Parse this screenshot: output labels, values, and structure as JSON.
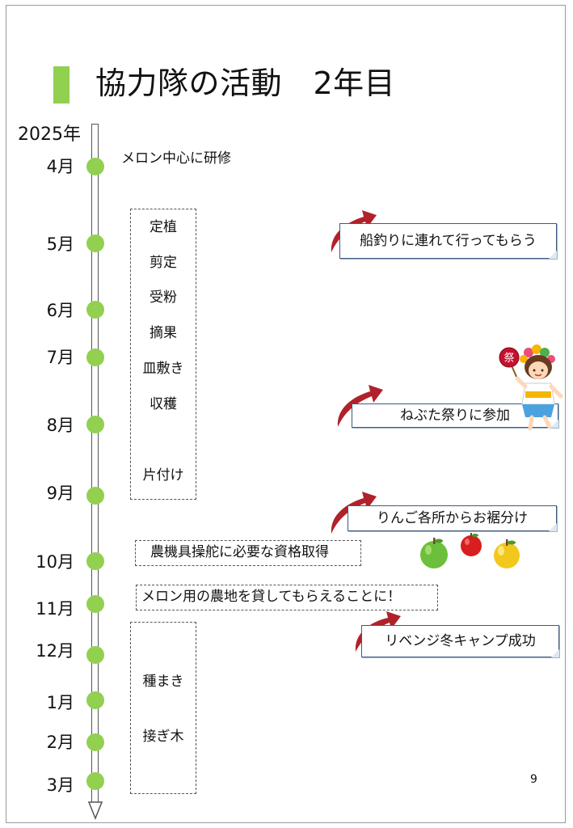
{
  "title": "協力隊の活動　2年目",
  "year_label": "2025年",
  "months": [
    "4月",
    "5月",
    "6月",
    "7月",
    "8月",
    "9月",
    "10月",
    "11月",
    "12月",
    "1月",
    "2月",
    "3月"
  ],
  "tasks": {
    "april": "メロン中心に研修",
    "summer_box": [
      "定植",
      "剪定",
      "受粉",
      "摘果",
      "皿敷き",
      "収穫",
      "片付け"
    ],
    "october": "農機具操舵に必要な資格取得",
    "november": "メロン用の農地を貸してもらえることに！",
    "winter_box": [
      "種まき",
      "接ぎ木"
    ]
  },
  "events": [
    "船釣りに連れて行ってもらう",
    "ねぶた祭りに参加",
    "りんご各所からお裾分け",
    "リベンジ冬キャンプ成功"
  ],
  "festival_badge": "祭",
  "page_number": "9",
  "colors": {
    "accent_green": "#92d050",
    "arrow_red": "#b0222a",
    "callout_border": "#3d5a80"
  }
}
